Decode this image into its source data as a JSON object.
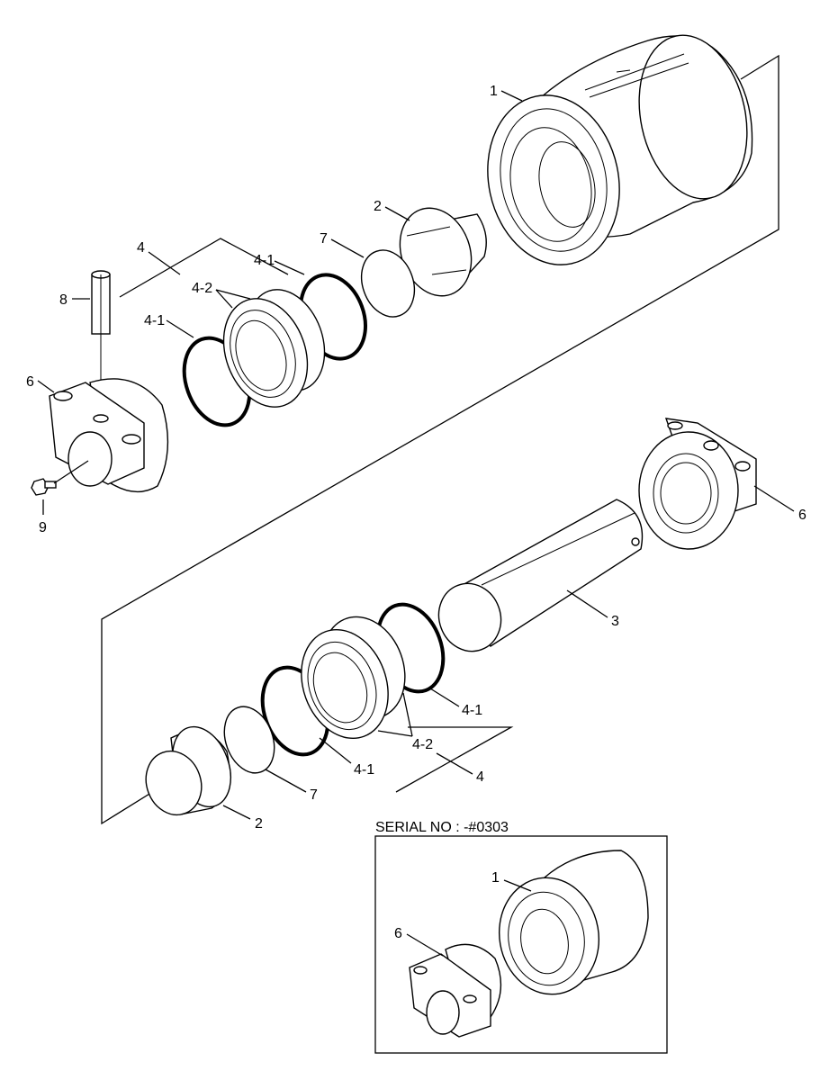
{
  "callouts": {
    "top": {
      "p1": "1",
      "p2": "2",
      "p7": "7",
      "p4": "4",
      "p4_1_upper": "4-1",
      "p4_2": "4-2",
      "p4_1_lower": "4-1",
      "p8": "8",
      "p6": "6",
      "p9": "9"
    },
    "bottom": {
      "p6": "6",
      "p3": "3",
      "p4_1_upper": "4-1",
      "p4_2": "4-2",
      "p4_1_lower": "4-1",
      "p4": "4",
      "p7": "7",
      "p2": "2"
    },
    "inset": {
      "title": "SERIAL NO : -#0303",
      "p1": "1",
      "p6": "6"
    }
  }
}
